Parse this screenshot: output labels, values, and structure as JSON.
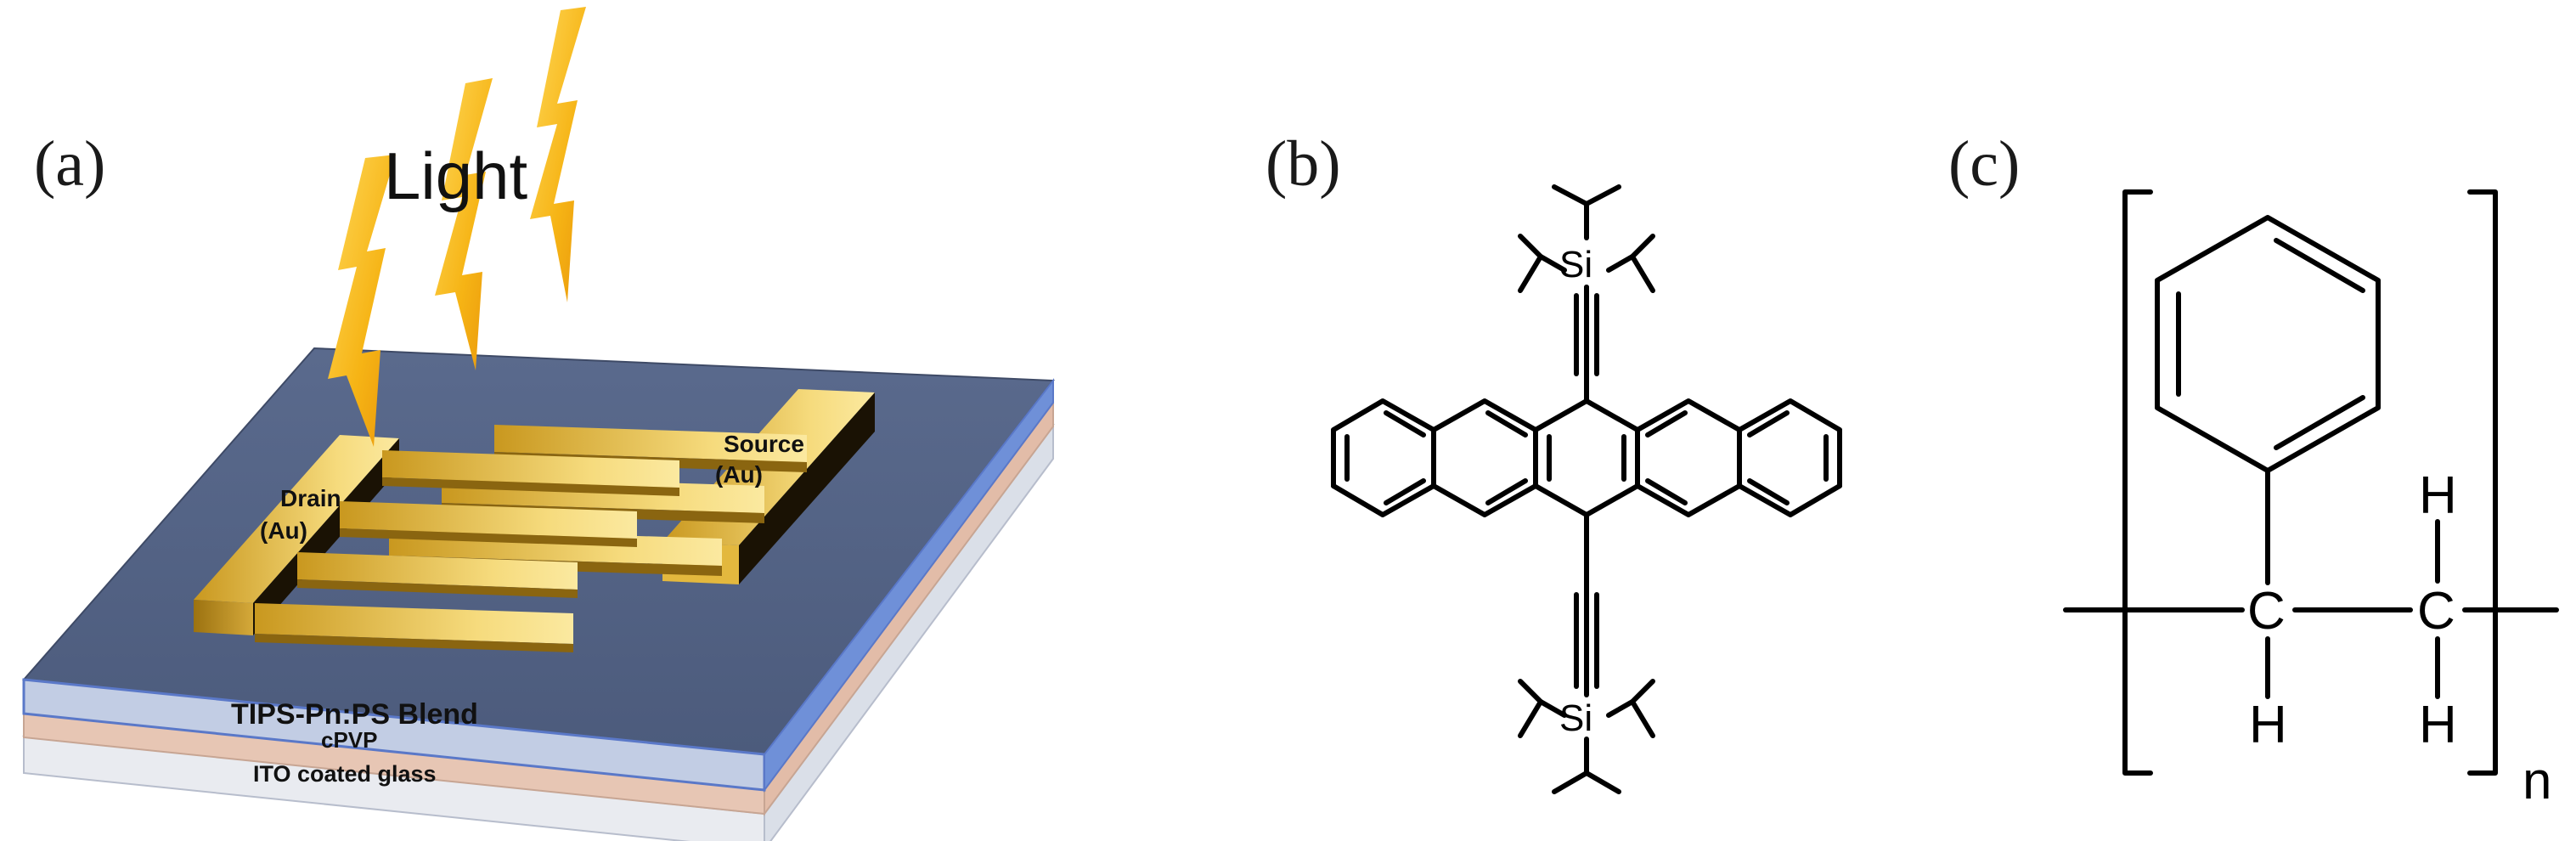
{
  "panel_a": {
    "label": "(a)",
    "light_label": "Light",
    "source_label": "Source",
    "source_metal": "(Au)",
    "drain_label": "Drain",
    "drain_metal": "(Au)",
    "layer_top": "TIPS-Pn:PS Blend",
    "layer_middle": "cPVP",
    "layer_bottom": "ITO coated glass"
  },
  "panel_b": {
    "label": "(b)",
    "si_top": "Si",
    "si_bottom": "Si"
  },
  "panel_c": {
    "label": "(c)",
    "c_left": "C",
    "c_right": "C",
    "h_left_bottom": "H",
    "h_right_top": "H",
    "h_right_bottom": "H",
    "repeat": "n"
  },
  "colors": {
    "blend_layer": "#4f5f80",
    "blend_edge": "#5a78c8",
    "cpvp_layer": "#e7c6b4",
    "glass_layer": "#e6e8ee",
    "gold_light": "#f2cf6a",
    "gold_dark": "#7a5708",
    "lightning": "#f7bb1b"
  }
}
